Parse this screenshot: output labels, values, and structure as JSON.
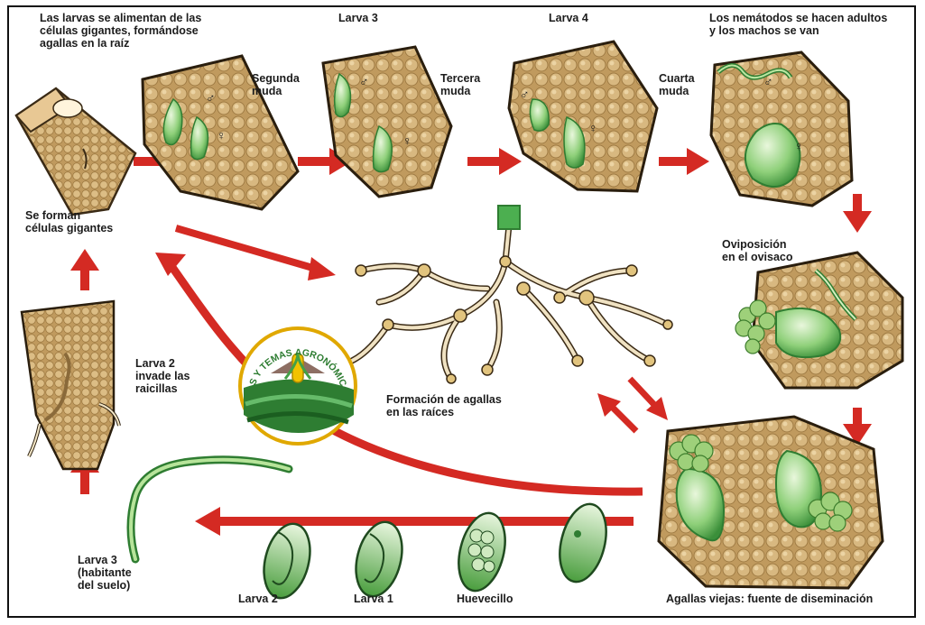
{
  "labels": {
    "feed": "Las larvas se alimentan de las\ncélulas gigantes, formándose\nagallas en la raíz",
    "larva3_top": "Larva 3",
    "larva4_top": "Larva 4",
    "adults": "Los nemátodos se hacen adultos\ny los machos se van",
    "molt2": "Segunda\nmuda",
    "molt3": "Tercera\nmuda",
    "molt4": "Cuarta\nmuda",
    "giant_cells": "Se forman\ncélulas gigantes",
    "oviposition": "Oviposición\nen el ovisaco",
    "larva2_invades": "Larva 2\ninvade las\nraicillas",
    "galls": "Formación de agallas\nen las raíces",
    "larva3_soil": "Larva 3\n(habitante\ndel suelo)",
    "larva2_bottom": "Larva 2",
    "larva1_bottom": "Larva 1",
    "egg": "Huevecillo",
    "old_galls": "Agallas viejas: fuente de diseminación"
  },
  "symbols": {
    "male": "♂",
    "female": "♀"
  },
  "logo": {
    "text": "TIPS Y TEMAS AGRONÓMICOS"
  },
  "colors": {
    "arrow": "#d42a23",
    "tissue": "#c9a56b",
    "tissue_dark": "#8a6a3a",
    "worm": "#6fbf5a",
    "worm_dark": "#2f7d32",
    "root": "#f0e2c2",
    "gall_cluster": "#9ed07a"
  }
}
